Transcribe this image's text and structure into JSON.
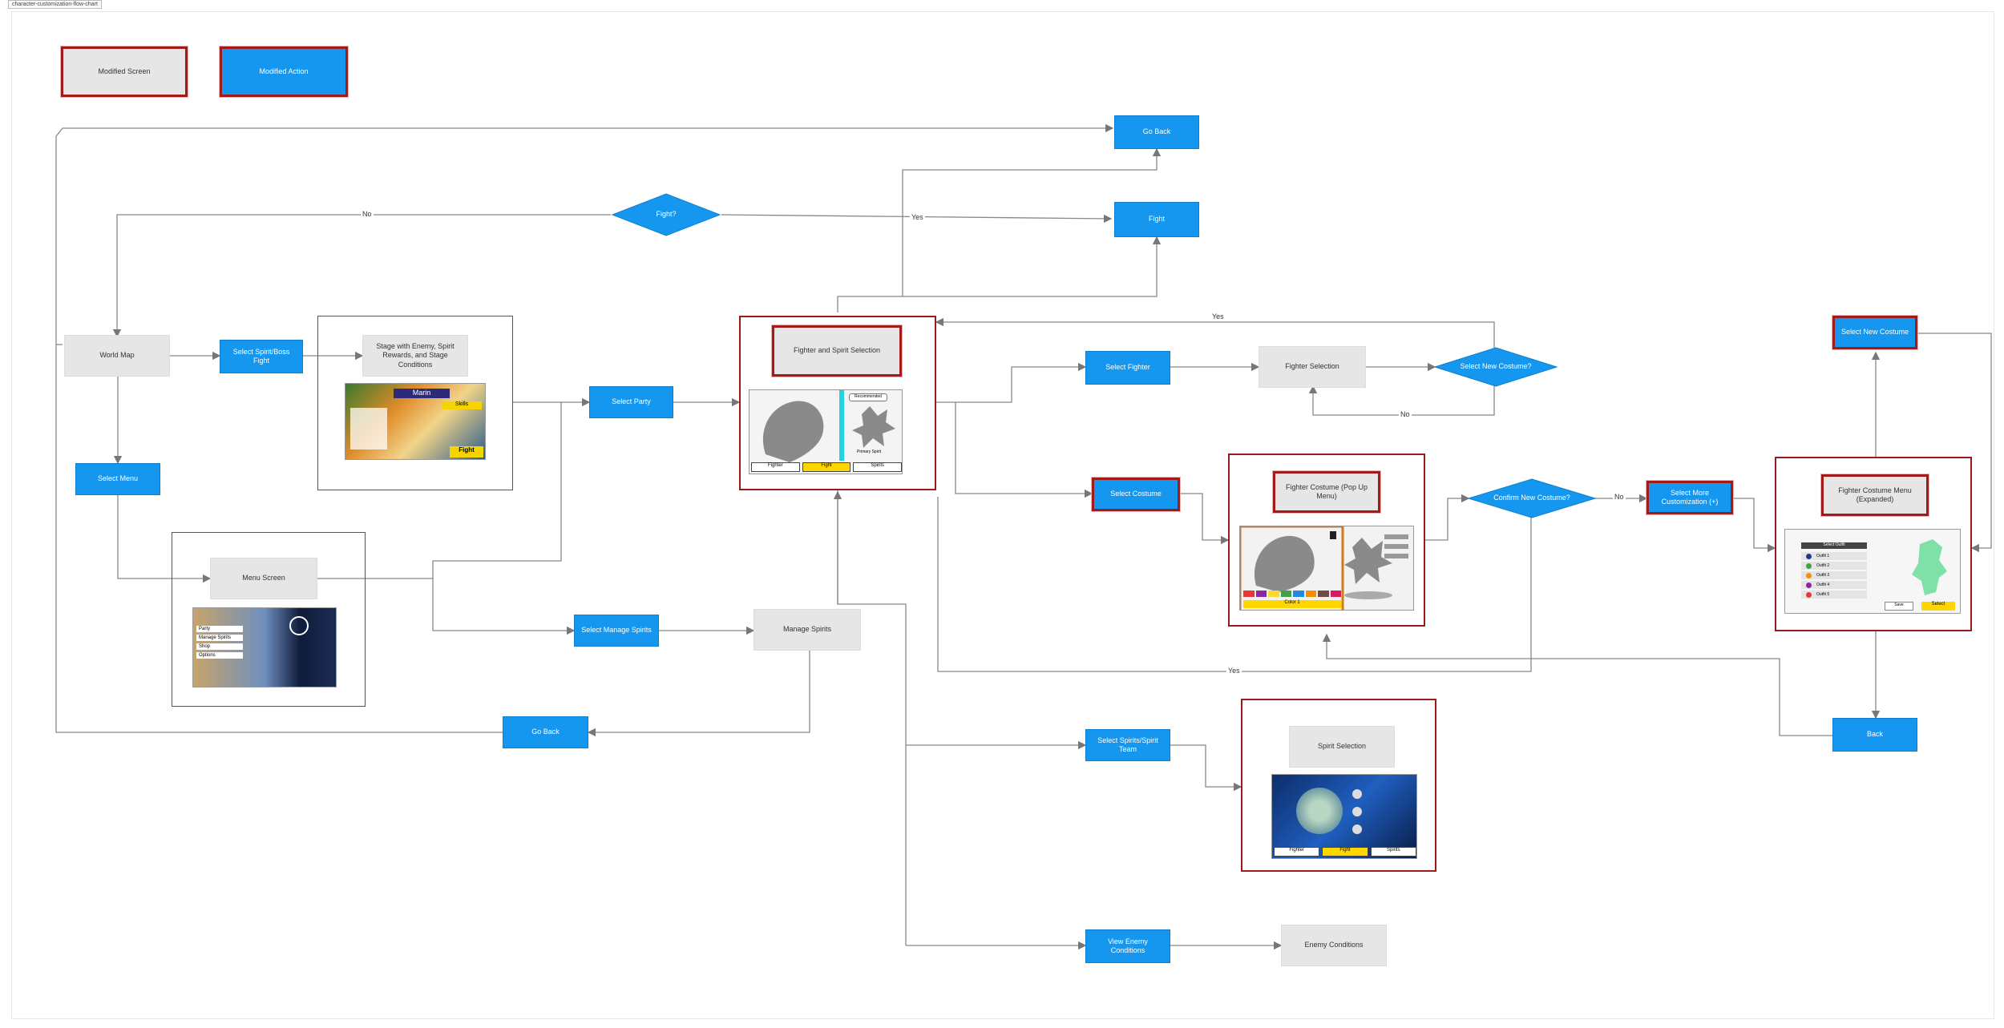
{
  "document": {
    "title": "character-customization-flow-chart"
  },
  "legend": {
    "modified_screen": "Modified Screen",
    "modified_action": "Modified Action"
  },
  "nodes": {
    "world_map": "World Map",
    "select_spirit_boss_fight": "Select Spirit/Boss Fight",
    "stage_screen": "Stage with Enemy, Spirit Rewards, and Stage Conditions",
    "select_party": "Select Party",
    "select_menu": "Select Menu",
    "menu_screen": "Menu Screen",
    "select_manage_spirits": "Select Manage Spirits",
    "manage_spirits": "Manage Spirits",
    "go_back_bottom": "Go Back",
    "go_back_top": "Go Back",
    "fight_decision": "Fight?",
    "fight_action": "Fight",
    "fighter_spirit_selection": "Fighter and Spirit Selection",
    "select_fighter": "Select Fighter",
    "fighter_selection": "Fighter Selection",
    "select_new_costume_decision": "Select New Costume?",
    "select_costume": "Select Costume",
    "fighter_costume_popup": "Fighter Costume (Pop Up Menu)",
    "confirm_new_costume": "Confirm New Costume?",
    "select_more_customization": "Select More Customization (+)",
    "fighter_costume_menu_expanded": "Fighter Costume Menu (Expanded)",
    "select_new_costume_action": "Select New Costume",
    "back": "Back",
    "select_spirits_team": "Select Spirits/Spirit Team",
    "spirit_selection": "Spirit Selection",
    "view_enemy_conditions": "View Enemy Conditions",
    "enemy_conditions": "Enemy Conditions"
  },
  "edge_labels": {
    "yes": "Yes",
    "no": "No"
  },
  "thumbs": {
    "stage": {
      "name": "Marin",
      "tag": "Skills",
      "fight": "Fight"
    },
    "menu": {
      "items": [
        "Party",
        "Manage Spirits",
        "Shop",
        "Options"
      ]
    },
    "fs": {
      "tabs": [
        "Fighter",
        "Fight",
        "Spirits"
      ],
      "bubble": "Recommended",
      "caption": "Primary Spirit"
    },
    "popup": {
      "caption": "Color 1"
    },
    "expanded": {
      "header": "Select Outfit",
      "items": [
        "Outfit 1",
        "Outfit 2",
        "Outfit 3",
        "Outfit 4",
        "Outfit 5"
      ],
      "save": "Save",
      "select": "Select"
    },
    "spirit": {
      "tabs": [
        "Fighter",
        "Fight",
        "Spirits"
      ]
    }
  },
  "colors": {
    "action": "#1597f0",
    "screen": "#e6e6e6",
    "modified_border": "#a31a1a",
    "connector": "#777777",
    "highlight": "#ffd600"
  }
}
